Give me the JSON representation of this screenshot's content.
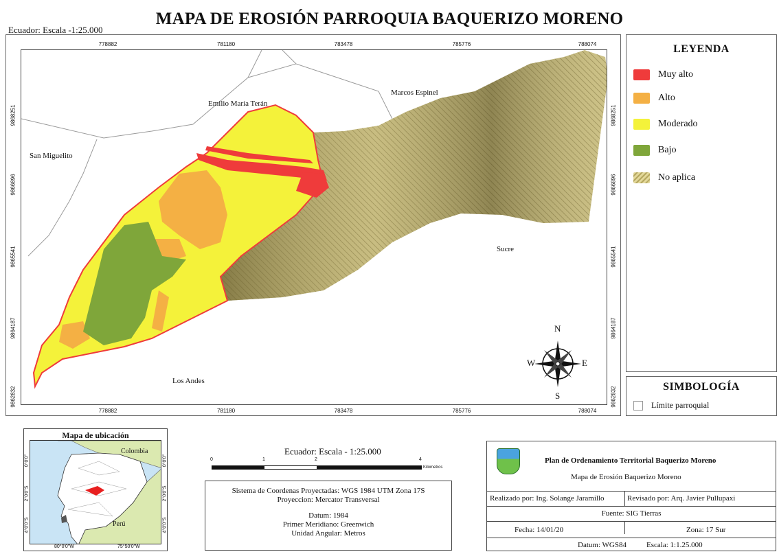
{
  "title": "MAPA DE EROSIÓN PARROQUIA BAQUERIZO MORENO",
  "scale_top": "Ecuador: Escala -1:25.000",
  "map": {
    "x_coords": [
      "778882",
      "781180",
      "783478",
      "785776",
      "788074"
    ],
    "y_coords": [
      "9868251",
      "9866896",
      "9865541",
      "9864187",
      "9862832"
    ],
    "places": {
      "san_miguelito": "San Miguelito",
      "emilio": "Emilio María Terán",
      "marcos": "Marcos Espinel",
      "sucre": "Sucre",
      "los_andes": "Los Andes"
    },
    "compass": {
      "n": "N",
      "s": "S",
      "e": "E",
      "w": "W"
    }
  },
  "legend": {
    "title": "LEYENDA",
    "items": [
      {
        "label": "Muy alto",
        "color": "#ef3b3b"
      },
      {
        "label": "Alto",
        "color": "#f4b044"
      },
      {
        "label": "Moderado",
        "color": "#f4f23a"
      },
      {
        "label": "Bajo",
        "color": "#7fa63a"
      },
      {
        "label": "No aplica",
        "color": "#d9cf8e"
      }
    ]
  },
  "symbology": {
    "title": "SIMBOLOGÍA",
    "item": "Límite parroquial"
  },
  "location": {
    "title": "Mapa de ubicación",
    "colombia": "Colombia",
    "peru": "Perú",
    "lon_left": "80°0'0\"W",
    "lon_right": "75°50'0\"W",
    "lat_top": "0°0'0\"",
    "lat_mid": "2°0'0\"S",
    "lat_bot": "4°0'0\"S"
  },
  "scale": {
    "label": "Ecuador: Escala -  1:25.000",
    "ticks": [
      "0",
      "1",
      "2",
      "4"
    ],
    "unit": "Kilómetros"
  },
  "coord_system": {
    "line1": "Sistema de Coordenas Proyectadas: WGS 1984 UTM Zona 17S",
    "line2": "Proyeccion:  Mercator Transversal",
    "line3": "Datum: 1984",
    "line4": "Primer Meridiano: Greenwich",
    "line5": "Unidad Angular: Metros"
  },
  "title_block": {
    "plan": "Plan de Ordenamiento Territorial Baquerizo Moreno",
    "subtitle": "Mapa de Erosión Baquerizo Moreno",
    "made_by": "Realizado por: Ing. Solange Jaramillo",
    "reviewed_by": "Revisado por: Arq. Javier Pullupaxi",
    "source": "Fuente: SIG Tierras",
    "date": "Fecha: 14/01/20",
    "zone": "Zona: 17 Sur",
    "datum": "Datum: WGS84",
    "scale": "Escala: 1:1.25.000"
  }
}
